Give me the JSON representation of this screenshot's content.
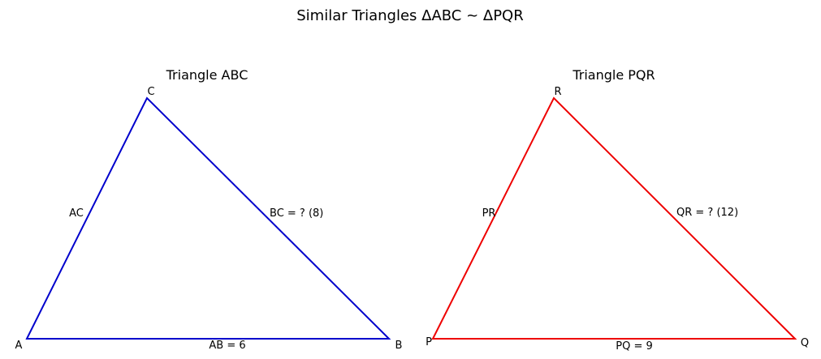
{
  "figure": {
    "title": "Similar Triangles ΔABC ~ ΔPQR"
  },
  "triangles": [
    {
      "id": "abc",
      "title": "Triangle ABC",
      "color": "#0000cc",
      "vertices": {
        "A": "A",
        "B": "B",
        "C": "C"
      },
      "sides": {
        "AB": "AB = 6",
        "BC": "BC = ? (8)",
        "AC": "AC"
      }
    },
    {
      "id": "pqr",
      "title": "Triangle PQR",
      "color": "#ee0000",
      "vertices": {
        "P": "P",
        "Q": "Q",
        "R": "R"
      },
      "sides": {
        "PQ": "PQ = 9",
        "QR": "QR = ? (12)",
        "PR": "PR"
      }
    }
  ]
}
